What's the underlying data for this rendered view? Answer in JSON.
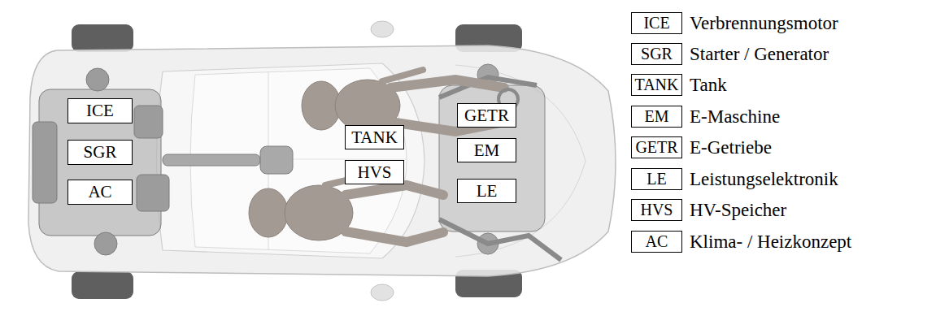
{
  "diagram": {
    "nodes": [
      {
        "text": [
          "ICE"
        ]
      },
      {
        "text": [
          "SGR"
        ]
      },
      {
        "text": [
          "AC"
        ]
      },
      {
        "text": [
          "TANK"
        ]
      },
      {
        "text": [
          "HVS"
        ]
      },
      {
        "text": [
          "GETR"
        ]
      },
      {
        "text": [
          "EM"
        ]
      },
      {
        "text": [
          "LE"
        ]
      },
      {
        "text": [
          "ICE",
          "Verbrennungsmotor"
        ]
      },
      {
        "text": [
          "SGR",
          "Starter / Generator"
        ]
      },
      {
        "text": [
          "TANK",
          "Tank"
        ]
      },
      {
        "text": [
          "EM",
          "E-Maschine"
        ]
      },
      {
        "text": [
          "GETR",
          "E-Getriebe"
        ]
      },
      {
        "text": [
          "LE",
          "Leistungselektronik"
        ]
      },
      {
        "text": [
          "HVS",
          "HV-Speicher"
        ]
      },
      {
        "text": [
          "AC",
          "Klima- / Heizkonzept"
        ]
      }
    ],
    "edges": []
  }
}
